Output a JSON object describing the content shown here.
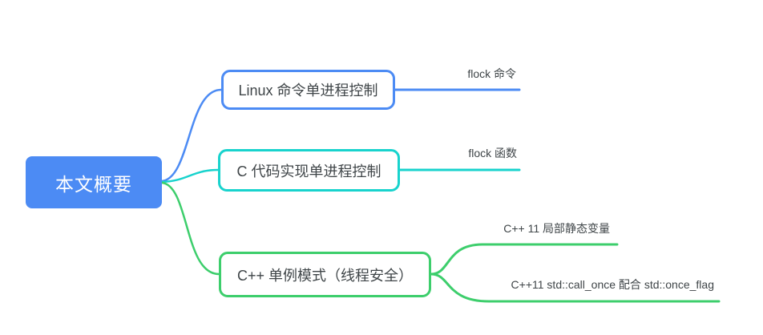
{
  "palette": {
    "blue": "#4C8BF4",
    "teal": "#18D3CD",
    "green": "#3DCE6C",
    "text_dark": "#3F4548",
    "root_text": "#FFFFFF"
  },
  "mindmap": {
    "root": {
      "label": "本文概要",
      "fill": "#4C8BF4"
    },
    "branches": [
      {
        "label": "Linux 命令单进程控制",
        "color": "#4C8BF4",
        "children": [
          {
            "label": "flock 命令"
          }
        ]
      },
      {
        "label": "C 代码实现单进程控制",
        "color": "#18D3CD",
        "children": [
          {
            "label": "flock 函数"
          }
        ]
      },
      {
        "label": "C++ 单例模式（线程安全）",
        "color": "#3DCE6C",
        "children": [
          {
            "label": "C++ 11 局部静态变量"
          },
          {
            "label": "C++11 std::call_once 配合 std::once_flag"
          }
        ]
      }
    ]
  }
}
